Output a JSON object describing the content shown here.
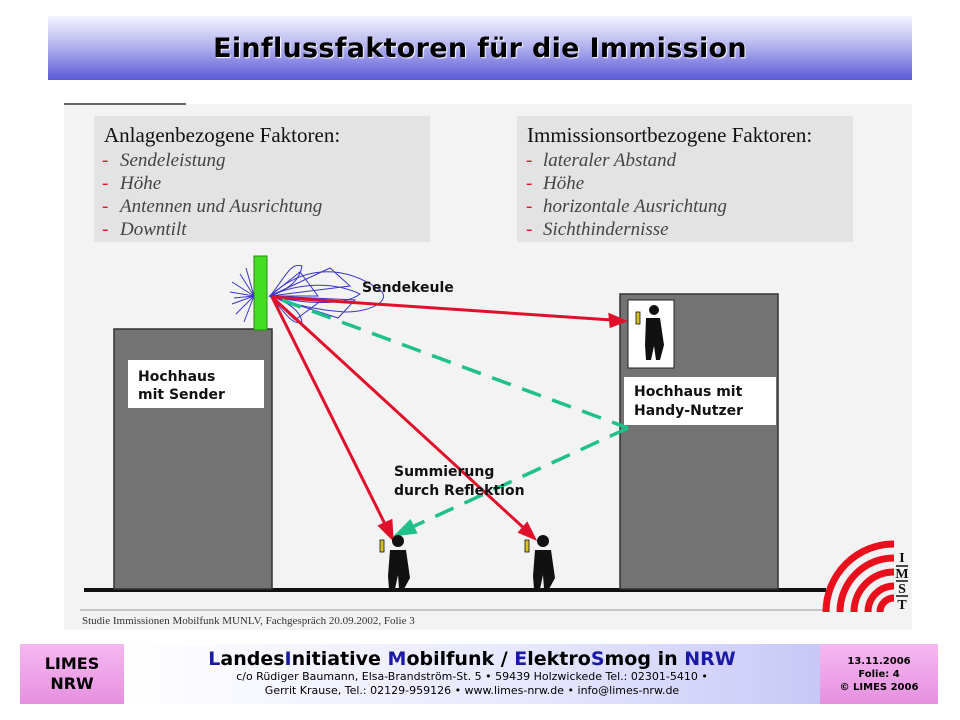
{
  "title": "Einflussfaktoren für die Immission",
  "panel_left": {
    "heading": "Anlagenbezogene Faktoren:",
    "items": [
      "Sendeleistung",
      "Höhe",
      "Antennen und Ausrichtung",
      "Downtilt"
    ]
  },
  "panel_right": {
    "heading": "Immissionsortbezogene Faktoren:",
    "items": [
      "lateraler Abstand",
      "Höhe",
      "horizontale Ausrichtung",
      "Sichthindernisse"
    ]
  },
  "bullet": "-",
  "labels": {
    "beam": "Sendekeule",
    "building_left": [
      "Hochhaus",
      "mit Sender"
    ],
    "building_right": [
      "Hochhaus mit",
      "Handy-Nutzer"
    ],
    "reflection": [
      "Summierung",
      "durch Reflektion"
    ]
  },
  "caption": "Studie Immissionen Mobilfunk MUNLV, Fachgespräch 20.09.2002, Folie 3",
  "logo_letters": [
    "I",
    "M",
    "S",
    "T"
  ],
  "footer": {
    "left_badge": [
      "LIMES",
      "NRW"
    ],
    "org_parts": [
      {
        "text": "L",
        "cap": true
      },
      {
        "text": "andes",
        "cap": false
      },
      {
        "text": "I",
        "cap": true
      },
      {
        "text": "nitiative ",
        "cap": false
      },
      {
        "text": "M",
        "cap": true
      },
      {
        "text": "obilfunk / ",
        "cap": false
      },
      {
        "text": "E",
        "cap": true
      },
      {
        "text": "lektro",
        "cap": false
      },
      {
        "text": "S",
        "cap": true
      },
      {
        "text": "mog in ",
        "cap": false
      },
      {
        "text": "NRW",
        "cap": true
      }
    ],
    "address_lines": [
      "c/o Rüdiger Baumann, Elsa-Brandström-St. 5 • 59439 Holzwickede Tel.: 02301-5410 •",
      "Gerrit Krause, Tel.: 02129-959126 • www.limes-nrw.de • info@limes-nrw.de"
    ],
    "right_badge": [
      "13.11.2006",
      "Folie: 4",
      "© LIMES 2006"
    ]
  },
  "colors": {
    "panel_bg": "#e3e3e3",
    "building": "#737373",
    "ray": "#e0102a",
    "reflection": "#1fc08a",
    "antenna": "#44dd22",
    "beam": "#3a36c8",
    "logo_red": "#e8101c"
  }
}
